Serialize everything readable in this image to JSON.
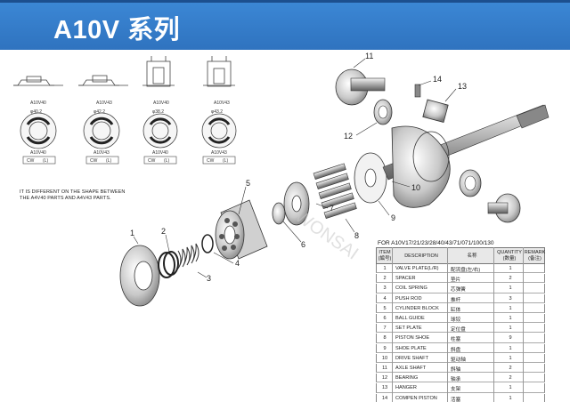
{
  "header": {
    "title": "A10V 系列"
  },
  "variants": {
    "top": [
      "A10V40",
      "A10V43",
      "A10V40",
      "A10V43"
    ],
    "plates": [
      "A10V40",
      "A10V43",
      "A10V40",
      "A10V43"
    ],
    "dir_cw": "CW",
    "dir_l": "(L)"
  },
  "dims": {
    "d1a": "φ40.2",
    "d2a": "φ42.2",
    "d3a": "φ38.2",
    "d4a": "φ43.2"
  },
  "note": {
    "line1": "IT IS DIFFERENT ON THE SHAPE BETWEEN",
    "line2": "THE A4V40 PARTS AND A4V43 PARTS."
  },
  "callouts": [
    "1",
    "2",
    "3",
    "4",
    "5",
    "6",
    "7",
    "8",
    "9",
    "10",
    "11",
    "12",
    "13",
    "14"
  ],
  "watermark": "WONSAI",
  "table": {
    "for_line": "FOR  A10V17/21/23/28/40/43/71/071/100/130",
    "headers": {
      "item": "ITEM\n(編号)",
      "description": "DESCRIPTION",
      "cn": "名称",
      "quantity": "QUANTITY\n(数量)",
      "remark": "REMARK\n(备注)"
    },
    "rows": [
      {
        "item": "1",
        "desc": "VALVE PLATE(L/R)",
        "cn": "配流盘(左/右)",
        "qty": "1"
      },
      {
        "item": "2",
        "desc": "SPACER",
        "cn": "垫片",
        "qty": "2"
      },
      {
        "item": "3",
        "desc": "COIL SPRING",
        "cn": "芯弹簧",
        "qty": "1"
      },
      {
        "item": "4",
        "desc": "PUSH ROD",
        "cn": "推杆",
        "qty": "3"
      },
      {
        "item": "5",
        "desc": "CYLINDER BLOCK",
        "cn": "缸体",
        "qty": "1"
      },
      {
        "item": "6",
        "desc": "BALL GUIDE",
        "cn": "球铰",
        "qty": "1"
      },
      {
        "item": "7",
        "desc": "SET PLATE",
        "cn": "定位盘",
        "qty": "1"
      },
      {
        "item": "8",
        "desc": "PISTON SHOE",
        "cn": "柱塞",
        "qty": "9"
      },
      {
        "item": "9",
        "desc": "SHOE PLATE",
        "cn": "斜盘",
        "qty": "1"
      },
      {
        "item": "10",
        "desc": "DRIVE SHAFT",
        "cn": "驱动轴",
        "qty": "1"
      },
      {
        "item": "11",
        "desc": "AXLE SHAFT",
        "cn": "斜轴",
        "qty": "2"
      },
      {
        "item": "12",
        "desc": "BEARING",
        "cn": "轴承",
        "qty": "2"
      },
      {
        "item": "13",
        "desc": "HANGER",
        "cn": "支架",
        "qty": "1"
      },
      {
        "item": "14",
        "desc": "COMPEN PISTON",
        "cn": "活塞",
        "qty": "1"
      }
    ]
  }
}
